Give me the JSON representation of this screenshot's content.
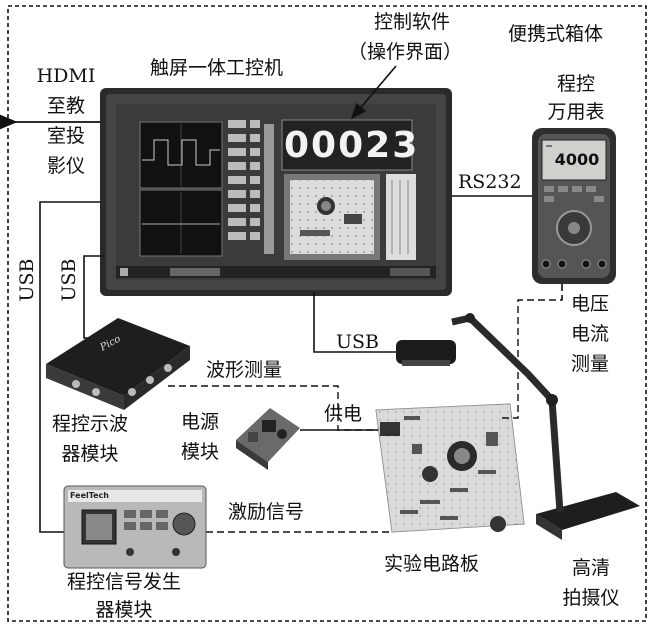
{
  "labels": {
    "software": [
      "控制软件",
      "（操作界面）"
    ],
    "case": "便携式箱体",
    "touch_pc": "触屏一体工控机",
    "hdmi": [
      "HDMI",
      "至教",
      "室投",
      "影仪"
    ],
    "dmm": [
      "程控",
      "万用表"
    ],
    "rs232": "RS232",
    "usb_scope_left": "USB",
    "usb_gen_left": "USB",
    "vi_measure": [
      "电压",
      "电流",
      "测量"
    ],
    "usb_camera": "USB",
    "wave_measure": "波形测量",
    "power": [
      "电源",
      "模块"
    ],
    "supply": "供电",
    "scope": [
      "程控示波",
      "器模块"
    ],
    "excitation": "激励信号",
    "board": "实验电路板",
    "gen": [
      "程控信号发生",
      "器模块"
    ],
    "camera": [
      "高清",
      "拍摄仪"
    ]
  },
  "screen": {
    "digit_display": "00023",
    "dmm_reading": "4000"
  },
  "devices": {
    "scope_brand": "Pico",
    "gen_brand": "FeelTech"
  }
}
